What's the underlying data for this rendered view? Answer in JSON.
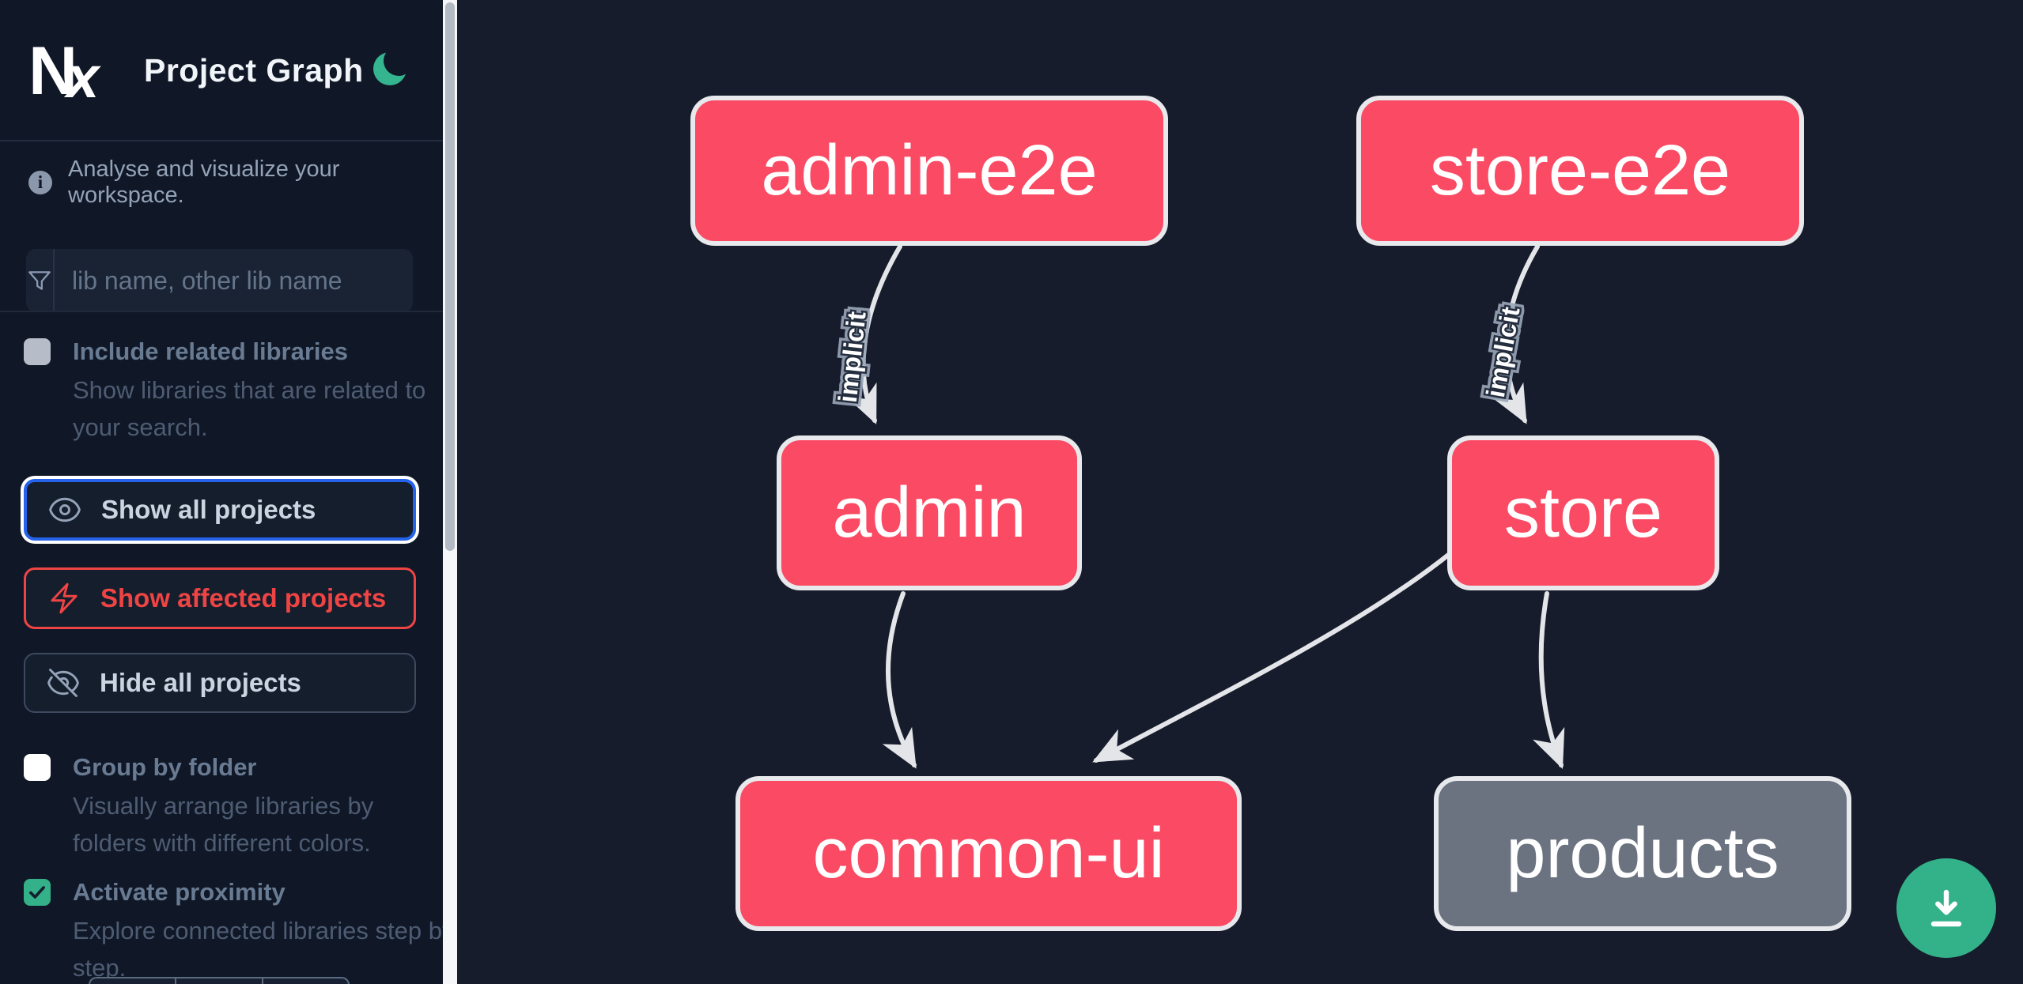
{
  "header": {
    "title": "Project Graph",
    "logo_text_n": "N",
    "logo_text_x": "x"
  },
  "info": {
    "text": "Analyse and visualize your workspace."
  },
  "search": {
    "placeholder": "lib name, other lib name",
    "value": ""
  },
  "checkboxes": [
    {
      "label": "Include related libraries",
      "description": "Show libraries that are related to your search.",
      "checked": false
    },
    {
      "label": "Group by folder",
      "description": "Visually arrange libraries by folders with different colors.",
      "checked": false
    },
    {
      "label": "Activate proximity",
      "description": "Explore connected libraries step by step.",
      "checked": true
    }
  ],
  "buttons": [
    {
      "label": "Show all projects",
      "icon": "eye-icon",
      "state": "focused"
    },
    {
      "label": "Show affected projects",
      "icon": "bolt-icon",
      "state": "affected"
    },
    {
      "label": "Hide all projects",
      "icon": "eye-slash-icon",
      "state": "default"
    }
  ],
  "graph": {
    "nodes": [
      {
        "id": "admin-e2e",
        "label": "admin-e2e",
        "color": "#fb4a63"
      },
      {
        "id": "store-e2e",
        "label": "store-e2e",
        "color": "#fb4a63"
      },
      {
        "id": "admin",
        "label": "admin",
        "color": "#fb4a63"
      },
      {
        "id": "store",
        "label": "store",
        "color": "#fb4a63"
      },
      {
        "id": "common-ui",
        "label": "common-ui",
        "color": "#fb4a63"
      },
      {
        "id": "products",
        "label": "products",
        "color": "#6b7280"
      }
    ],
    "edges": [
      {
        "from": "admin-e2e",
        "to": "admin",
        "label": "implicit"
      },
      {
        "from": "store-e2e",
        "to": "store",
        "label": "implicit"
      },
      {
        "from": "admin",
        "to": "common-ui",
        "label": ""
      },
      {
        "from": "store",
        "to": "common-ui",
        "label": ""
      },
      {
        "from": "store",
        "to": "products",
        "label": ""
      }
    ]
  },
  "fab": {
    "icon": "download-icon"
  },
  "colors": {
    "sidebar_bg": "#101827",
    "canvas_bg": "#161c2b",
    "node_pink": "#fb4a63",
    "node_gray": "#6b7280",
    "node_border": "#e7e9ec",
    "accent_blue": "#2563eb",
    "accent_red": "#ef4444",
    "accent_teal": "#33b28a",
    "edge_stroke": "#e3e5e9"
  }
}
